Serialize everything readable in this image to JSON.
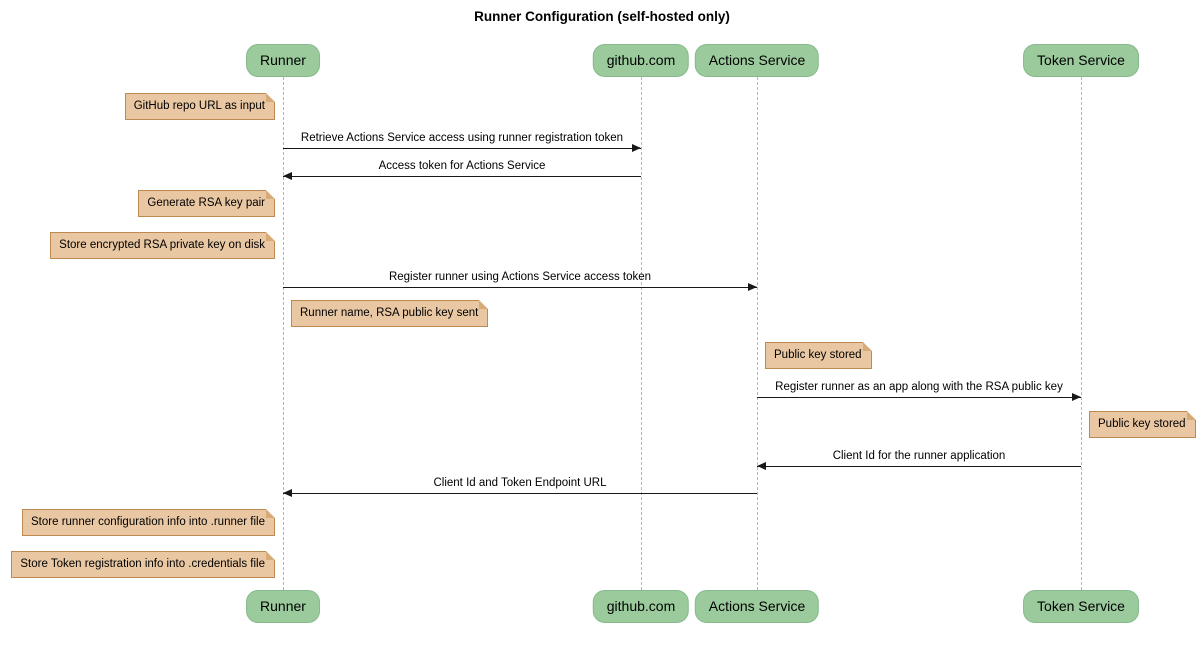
{
  "title": "Runner Configuration (self-hosted only)",
  "colors": {
    "participant_fill": "#9bcb9d",
    "participant_border": "#86ba8b",
    "note_fill": "#e9c7a2",
    "note_border": "#bd8a52",
    "note_fold": "#d6ab77",
    "lifeline": "#b5b5b5",
    "arrow": "#181818",
    "text": "#000000"
  },
  "participants": [
    {
      "id": "runner",
      "label": "Runner"
    },
    {
      "id": "github",
      "label": "github.com"
    },
    {
      "id": "actions",
      "label": "Actions Service"
    },
    {
      "id": "token",
      "label": "Token Service"
    }
  ],
  "sequence": [
    {
      "type": "note",
      "side": "left",
      "participant": "runner",
      "text": "GitHub repo URL as input"
    },
    {
      "type": "message",
      "from": "runner",
      "to": "github",
      "text": "Retrieve Actions Service access using runner registration token"
    },
    {
      "type": "message",
      "from": "github",
      "to": "runner",
      "text": "Access token for Actions Service"
    },
    {
      "type": "note",
      "side": "left",
      "participant": "runner",
      "text": "Generate RSA key pair"
    },
    {
      "type": "note",
      "side": "left",
      "participant": "runner",
      "text": "Store encrypted RSA private key on disk"
    },
    {
      "type": "message",
      "from": "runner",
      "to": "actions",
      "text": "Register runner using Actions Service access token"
    },
    {
      "type": "note",
      "side": "right",
      "participant": "runner",
      "text": "Runner name, RSA public key sent"
    },
    {
      "type": "note",
      "side": "right",
      "participant": "actions",
      "text": "Public key stored"
    },
    {
      "type": "message",
      "from": "actions",
      "to": "token",
      "text": "Register runner as an app along with the RSA public key"
    },
    {
      "type": "note",
      "side": "right",
      "participant": "token",
      "text": "Public key stored"
    },
    {
      "type": "message",
      "from": "token",
      "to": "actions",
      "text": "Client Id for the runner application"
    },
    {
      "type": "message",
      "from": "actions",
      "to": "runner",
      "text": "Client Id and Token Endpoint URL"
    },
    {
      "type": "note",
      "side": "left",
      "participant": "runner",
      "text": "Store runner configuration info into .runner file"
    },
    {
      "type": "note",
      "side": "left",
      "participant": "runner",
      "text": "Store Token registration info into .credentials file"
    }
  ]
}
